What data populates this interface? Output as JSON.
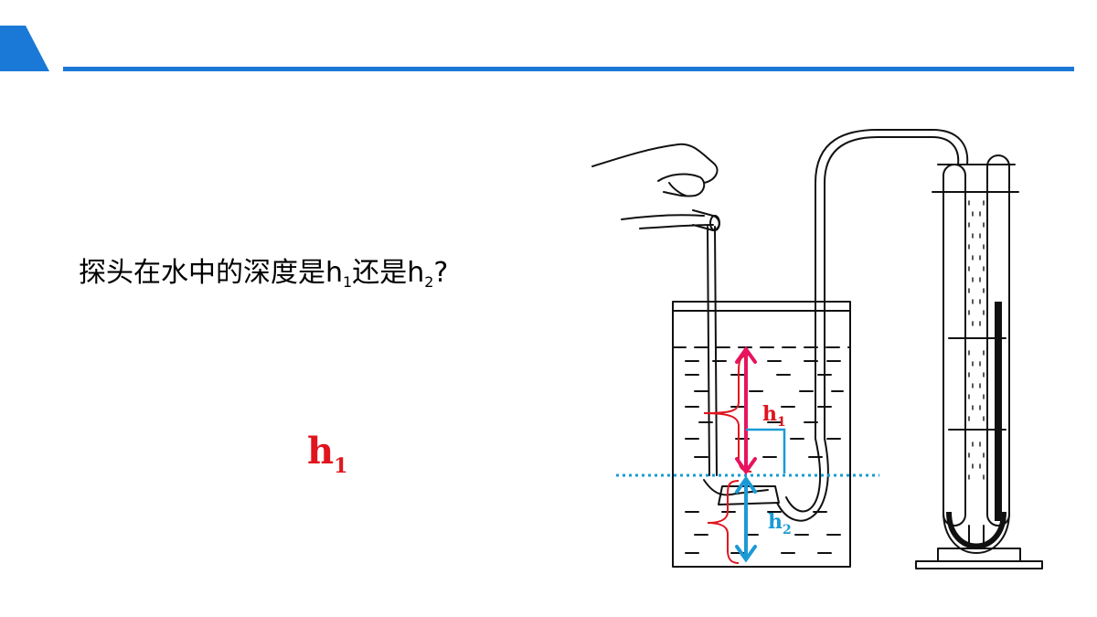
{
  "question": {
    "text_a": "探头在水中的深度是h",
    "sub_a": "1",
    "text_b": "还是h",
    "sub_b": "2",
    "text_c": "?"
  },
  "answer": {
    "base": "h",
    "sub": "1"
  },
  "figure": {
    "h1_label_base": "h",
    "h1_label_sub": "1",
    "h2_label_base": "h",
    "h2_label_sub": "2"
  },
  "colors": {
    "accent_blue": "#1a78d6",
    "h1_red": "#e0141e",
    "h1_arrow_pink": "#e8135f",
    "h2_cyan": "#1a9ad6"
  }
}
